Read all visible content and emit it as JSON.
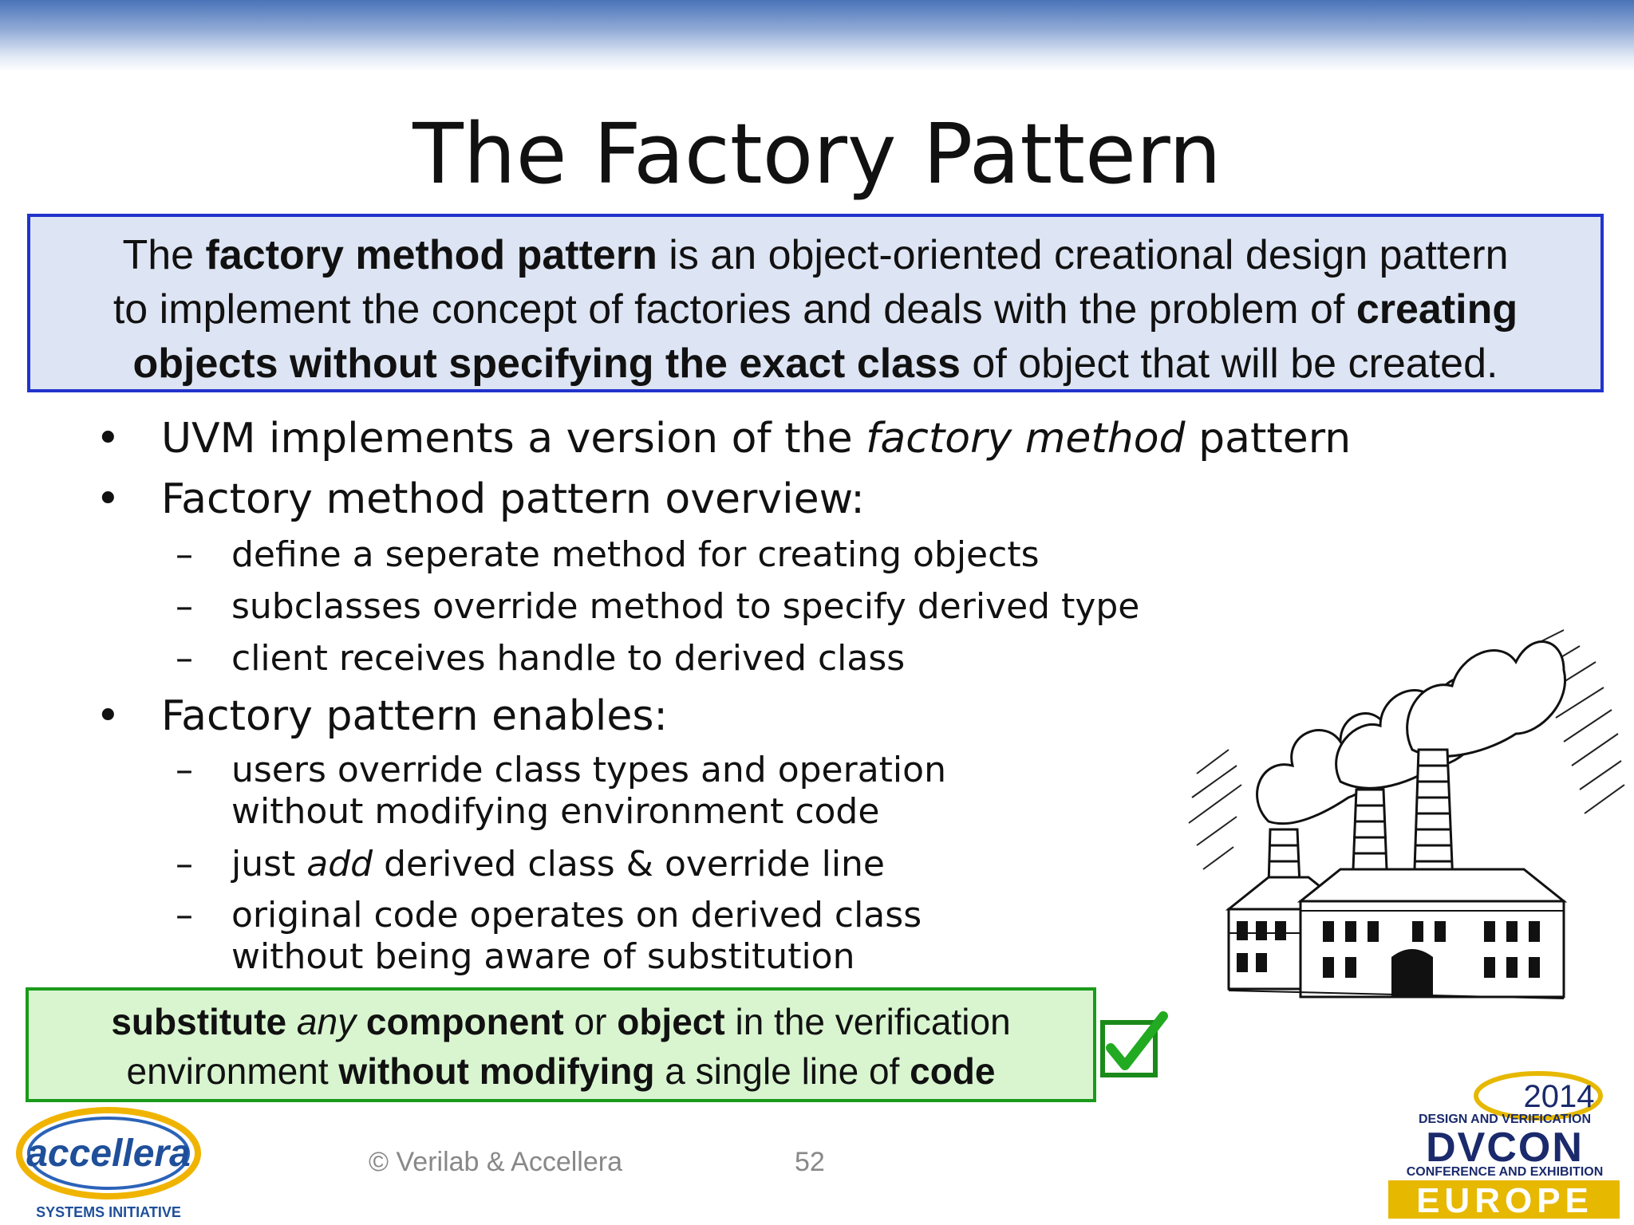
{
  "slide": {
    "title": "The Factory Pattern",
    "definition": {
      "line1_a": "The ",
      "line1_b": "factory method pattern",
      "line1_c": " is an object-oriented creational design pattern",
      "line2_a": "to implement the concept of factories and deals with the problem of ",
      "line2_b": "creating",
      "line3_a": "objects without specifying the exact class",
      "line3_b": " of object that will be created."
    },
    "bullets": {
      "b1_a": "UVM implements a version of the ",
      "b1_b": "factory method",
      "b1_c": " pattern",
      "b2": "Factory method pattern overview:",
      "b2_sub1": "define a seperate method for creating objects",
      "b2_sub2": "subclasses override method to specify derived type",
      "b2_sub3": "client receives handle to derived class",
      "b3": "Factory pattern enables:",
      "b3_sub1_l1": "users override class types and operation",
      "b3_sub1_l2": "without modifying environment code",
      "b3_sub2_a": "just ",
      "b3_sub2_b": "add",
      "b3_sub2_c": " derived class & override line",
      "b3_sub3_l1": "original code operates on derived class",
      "b3_sub3_l2": "without being aware of substitution",
      "bullet_glyph": "•",
      "dash_glyph": "–"
    },
    "callout": {
      "l1_a": "substitute",
      "l1_b": " any ",
      "l1_c": "component",
      "l1_d": " or ",
      "l1_e": "object",
      "l1_f": " in the verification",
      "l2_a": "environment ",
      "l2_b": "without modifying",
      "l2_c": " a single line of ",
      "l2_d": "code"
    },
    "footer": {
      "copyright": "© Verilab & Accellera",
      "page_number": "52"
    },
    "logos": {
      "accellera_name": "accellera",
      "accellera_sub": "SYSTEMS INITIATIVE",
      "dvcon_year": "2014",
      "dvcon_top": "DESIGN AND VERIFICATION",
      "dvcon_name": "DVCON",
      "dvcon_mid": "CONFERENCE AND EXHIBITION",
      "dvcon_region": "EUROPE"
    },
    "colors": {
      "definition_border": "#2233cc",
      "definition_fill": "#dde4f3",
      "callout_border": "#1a9a1a",
      "callout_fill": "#d8f5d0",
      "checkmark": "#22aa22",
      "dvcon_gold": "#e6b800",
      "dvcon_navy": "#1a2a6c"
    },
    "icons": [
      "checkbox-checked-icon",
      "factory-illustration"
    ]
  }
}
